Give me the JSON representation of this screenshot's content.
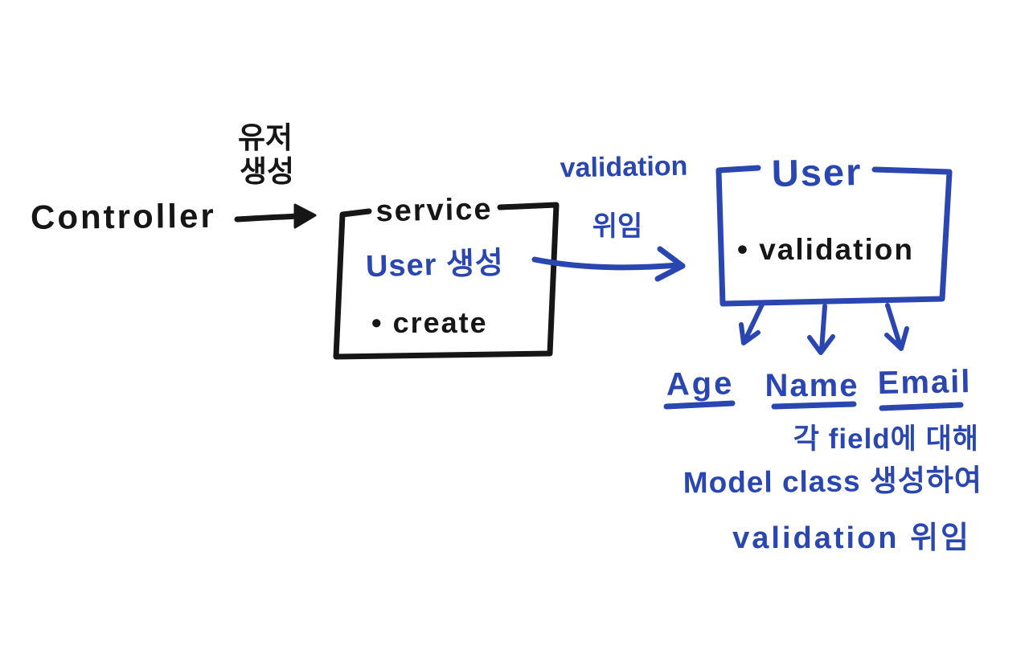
{
  "diagram": {
    "background_color": "#ffffff",
    "ink_colors": {
      "black": "#161616",
      "blue": "#2a46b0"
    },
    "controller": {
      "label": "Controller"
    },
    "flow_controller_to_service": {
      "label_line1": "유저",
      "label_line2": "생성"
    },
    "service_box": {
      "title": "service",
      "item_user_creation": "User 생성",
      "item_create": "• create"
    },
    "flow_service_to_user": {
      "label_line1": "validation",
      "label_line2": "위임"
    },
    "user_box": {
      "title": "User",
      "item_validation": "• validation"
    },
    "fields": [
      {
        "label": "Age"
      },
      {
        "label": "Name"
      },
      {
        "label": "Email"
      }
    ],
    "note": {
      "line1": "각 field에 대해",
      "line2": "Model class 생성하여",
      "line3": "validation 위임"
    }
  }
}
